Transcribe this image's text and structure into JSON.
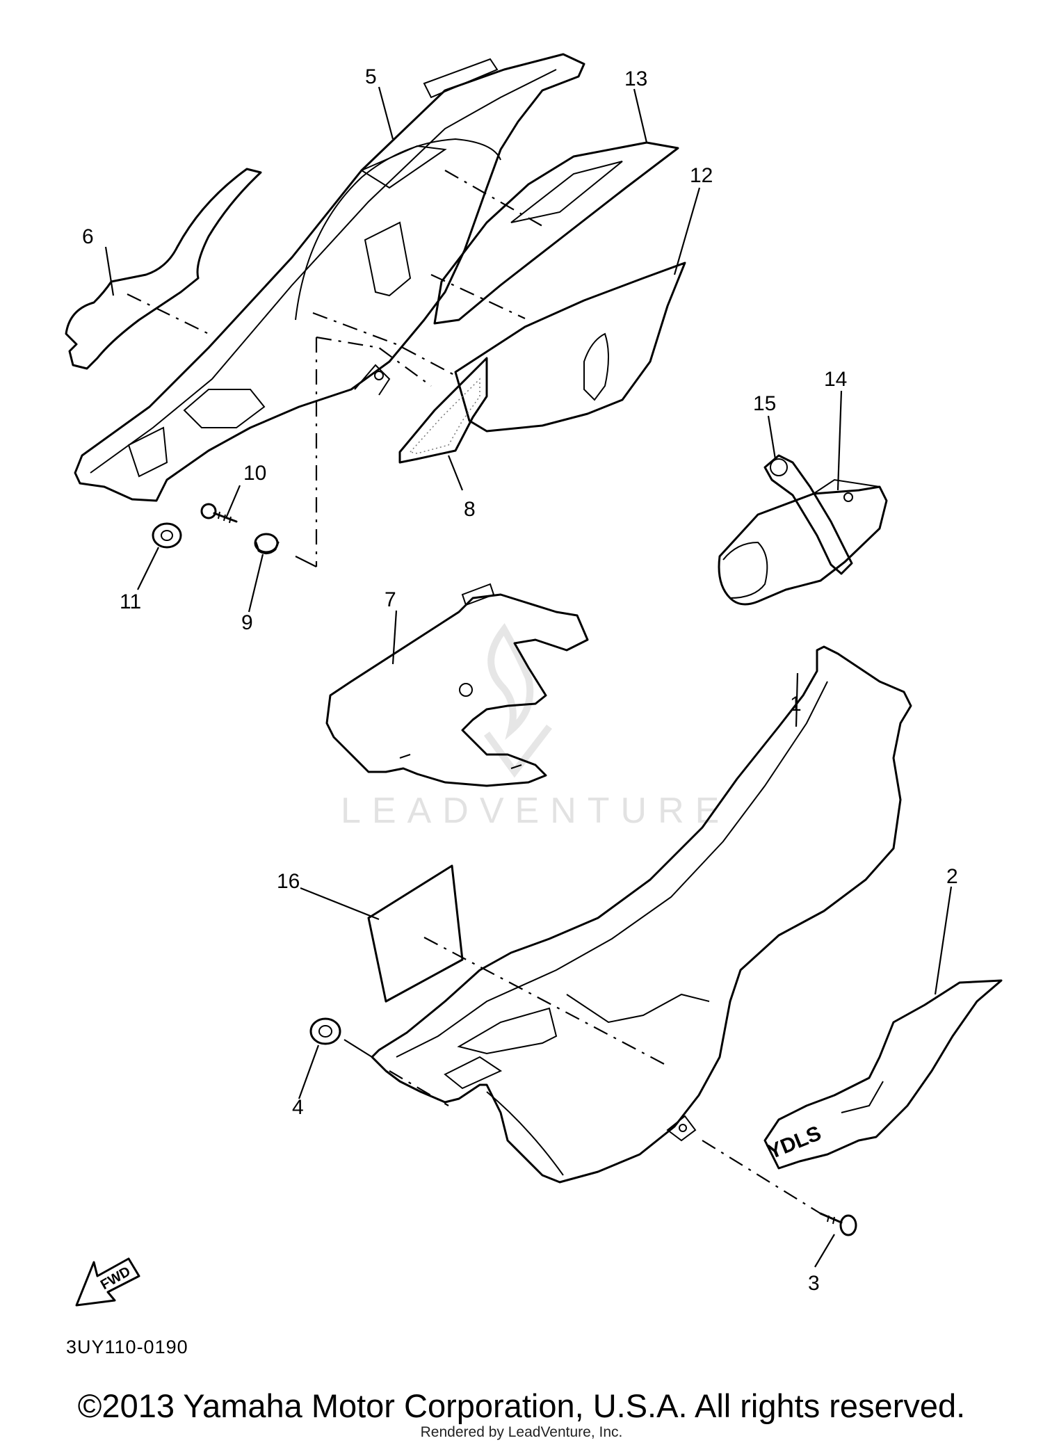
{
  "diagram": {
    "code": "3UY110-0190",
    "watermark": "LEADVENTURE",
    "fwd_label": "FWD",
    "emblem_label": "YDLS",
    "callouts": [
      {
        "id": "c1",
        "label": "1"
      },
      {
        "id": "c2",
        "label": "2"
      },
      {
        "id": "c3",
        "label": "3"
      },
      {
        "id": "c4",
        "label": "4"
      },
      {
        "id": "c5",
        "label": "5"
      },
      {
        "id": "c6",
        "label": "6"
      },
      {
        "id": "c7",
        "label": "7"
      },
      {
        "id": "c8",
        "label": "8"
      },
      {
        "id": "c9",
        "label": "9"
      },
      {
        "id": "c10",
        "label": "10"
      },
      {
        "id": "c11",
        "label": "11"
      },
      {
        "id": "c12",
        "label": "12"
      },
      {
        "id": "c13",
        "label": "13"
      },
      {
        "id": "c14",
        "label": "14"
      },
      {
        "id": "c15",
        "label": "15"
      },
      {
        "id": "c16",
        "label": "16"
      }
    ]
  },
  "footer": {
    "copyright": "©2013 Yamaha Motor Corporation, U.S.A. All rights reserved.",
    "rendered_by": "Rendered by LeadVenture, Inc."
  }
}
